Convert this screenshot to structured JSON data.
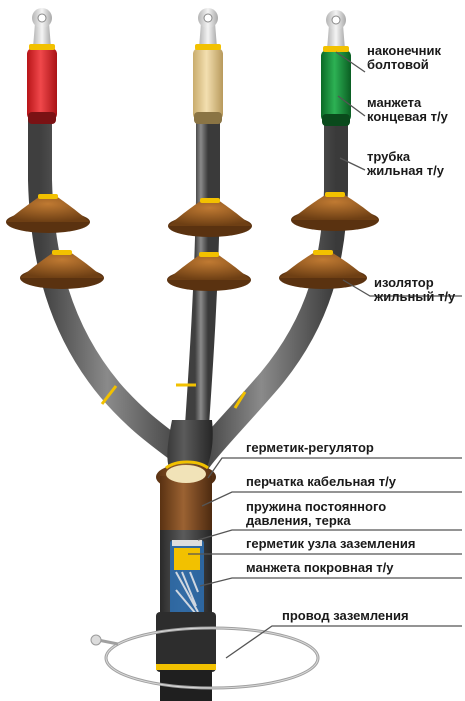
{
  "labels": {
    "lug": [
      "наконечник",
      "болтовой"
    ],
    "end_cuff": [
      "манжета",
      "концевая т/у"
    ],
    "core_tube": [
      "трубка",
      "жильная т/у"
    ],
    "core_insulator": [
      "изолятор",
      "жильный т/у"
    ],
    "sealant_regulator": "герметик-регулятор",
    "cable_glove": "перчатка кабельная т/у",
    "spring": [
      "пружина постоянного",
      "давления, терка"
    ],
    "ground_sealant": "герметик узла заземления",
    "cover_cuff": "манжета покровная т/у",
    "ground_wire": "провод заземления"
  },
  "colors": {
    "sleeve_left": "#e0262b",
    "sleeve_middle": "#e6cc93",
    "sleeve_right": "#1a8f3a",
    "tube": "#5e5e5e",
    "insulator": "#9a5f22",
    "yellow_band": "#f2c100",
    "glove": "#7c4b22",
    "body": "#3a3a3a",
    "ground_wire": "#9a9a9a",
    "leader": "#555555"
  }
}
